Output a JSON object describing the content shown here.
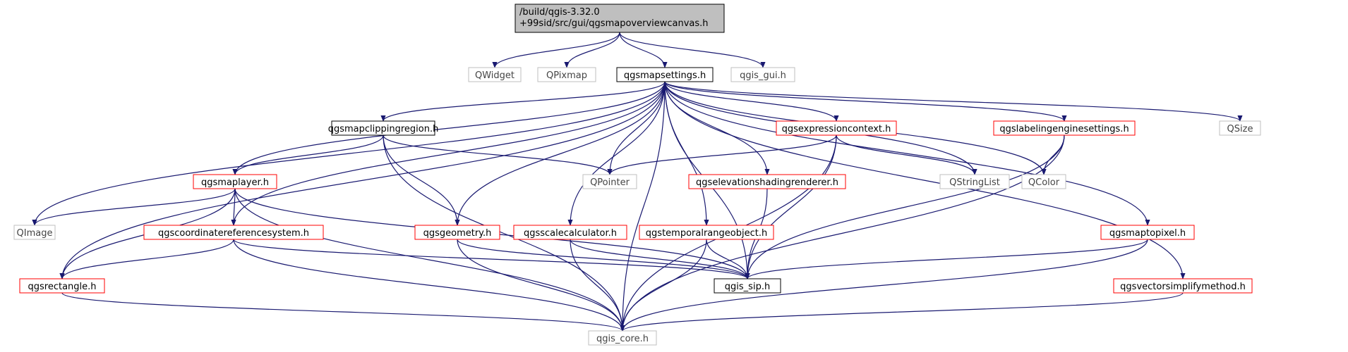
{
  "colors": {
    "edge": "#191970",
    "root_fill": "#bfbfbf",
    "root_border": "#000000",
    "documented_border": "#000000",
    "external_border": "#bfbfbf",
    "partial_border": "#ff0000",
    "text": "#000000",
    "external_text": "#444444"
  },
  "nodes": [
    {
      "id": "root",
      "lines": [
        "/build/qgis-3.32.0",
        "+99sid/src/gui/qgsmapoverviewcanvas.h"
      ],
      "style": "root"
    },
    {
      "id": "qwidget",
      "lines": [
        "QWidget"
      ],
      "style": "external"
    },
    {
      "id": "qpixmap",
      "lines": [
        "QPixmap"
      ],
      "style": "external"
    },
    {
      "id": "qgsmapsettings",
      "lines": [
        "qgsmapsettings.h"
      ],
      "style": "documented"
    },
    {
      "id": "qgisgui",
      "lines": [
        "qgis_gui.h"
      ],
      "style": "external"
    },
    {
      "id": "qgsmapclippingregion",
      "lines": [
        "qgsmapclippingregion.h"
      ],
      "style": "documented"
    },
    {
      "id": "qgsexpressioncontext",
      "lines": [
        "qgsexpressioncontext.h"
      ],
      "style": "partial"
    },
    {
      "id": "qgslabelingenginesettings",
      "lines": [
        "qgslabelingenginesettings.h"
      ],
      "style": "partial"
    },
    {
      "id": "qsize",
      "lines": [
        "QSize"
      ],
      "style": "external"
    },
    {
      "id": "qgsmaplayer",
      "lines": [
        "qgsmaplayer.h"
      ],
      "style": "partial"
    },
    {
      "id": "qpointer",
      "lines": [
        "QPointer"
      ],
      "style": "external"
    },
    {
      "id": "qgselevation",
      "lines": [
        "qgselevationshadingrenderer.h"
      ],
      "style": "partial"
    },
    {
      "id": "qstringlist",
      "lines": [
        "QStringList"
      ],
      "style": "external"
    },
    {
      "id": "qcolor",
      "lines": [
        "QColor"
      ],
      "style": "external"
    },
    {
      "id": "qimage",
      "lines": [
        "QImage"
      ],
      "style": "external"
    },
    {
      "id": "qgscrs",
      "lines": [
        "qgscoordinatereferencesystem.h"
      ],
      "style": "partial"
    },
    {
      "id": "qgsgeometry",
      "lines": [
        "qgsgeometry.h"
      ],
      "style": "partial"
    },
    {
      "id": "qgsscalecalc",
      "lines": [
        "qgsscalecalculator.h"
      ],
      "style": "partial"
    },
    {
      "id": "qgstemporal",
      "lines": [
        "qgstemporalrangeobject.h"
      ],
      "style": "partial"
    },
    {
      "id": "qgsmaptopixel",
      "lines": [
        "qgsmaptopixel.h"
      ],
      "style": "partial"
    },
    {
      "id": "qgsrectangle",
      "lines": [
        "qgsrectangle.h"
      ],
      "style": "partial"
    },
    {
      "id": "qgissip",
      "lines": [
        "qgis_sip.h"
      ],
      "style": "documented"
    },
    {
      "id": "qgsvectorsimplify",
      "lines": [
        "qgsvectorsimplifymethod.h"
      ],
      "style": "partial"
    },
    {
      "id": "qgiscore",
      "lines": [
        "qgis_core.h"
      ],
      "style": "external"
    }
  ],
  "edges": [
    [
      "root",
      "qwidget"
    ],
    [
      "root",
      "qpixmap"
    ],
    [
      "root",
      "qgsmapsettings"
    ],
    [
      "root",
      "qgisgui"
    ],
    [
      "qgsmapsettings",
      "qgsmapclippingregion"
    ],
    [
      "qgsmapsettings",
      "qgsexpressioncontext"
    ],
    [
      "qgsmapsettings",
      "qgslabelingenginesettings"
    ],
    [
      "qgsmapsettings",
      "qsize"
    ],
    [
      "qgsmapsettings",
      "qgsmaplayer"
    ],
    [
      "qgsmapsettings",
      "qpointer"
    ],
    [
      "qgsmapsettings",
      "qgselevation"
    ],
    [
      "qgsmapsettings",
      "qstringlist"
    ],
    [
      "qgsmapsettings",
      "qcolor"
    ],
    [
      "qgsmapsettings",
      "qimage"
    ],
    [
      "qgsmapsettings",
      "qgscrs"
    ],
    [
      "qgsmapsettings",
      "qgsgeometry"
    ],
    [
      "qgsmapsettings",
      "qgsscalecalc"
    ],
    [
      "qgsmapsettings",
      "qgstemporal"
    ],
    [
      "qgsmapsettings",
      "qgsmaptopixel"
    ],
    [
      "qgsmapsettings",
      "qgsrectangle"
    ],
    [
      "qgsmapsettings",
      "qgissip"
    ],
    [
      "qgsmapsettings",
      "qgsvectorsimplify"
    ],
    [
      "qgsmapsettings",
      "qgiscore"
    ],
    [
      "qgsmapclippingregion",
      "qgsmaplayer"
    ],
    [
      "qgsmapclippingregion",
      "qpointer"
    ],
    [
      "qgsmapclippingregion",
      "qgsgeometry"
    ],
    [
      "qgsmapclippingregion",
      "qgiscore"
    ],
    [
      "qgsexpressioncontext",
      "qpointer"
    ],
    [
      "qgsexpressioncontext",
      "qstringlist"
    ],
    [
      "qgsexpressioncontext",
      "qgissip"
    ],
    [
      "qgsexpressioncontext",
      "qgiscore"
    ],
    [
      "qgslabelingenginesettings",
      "qcolor"
    ],
    [
      "qgslabelingenginesettings",
      "qgissip"
    ],
    [
      "qgslabelingenginesettings",
      "qgiscore"
    ],
    [
      "qgsmaplayer",
      "qimage"
    ],
    [
      "qgsmaplayer",
      "qgscrs"
    ],
    [
      "qgsmaplayer",
      "qgsrectangle"
    ],
    [
      "qgsmaplayer",
      "qgissip"
    ],
    [
      "qgsmaplayer",
      "qgiscore"
    ],
    [
      "qgselevation",
      "qgissip"
    ],
    [
      "qgscrs",
      "qgsrectangle"
    ],
    [
      "qgscrs",
      "qgissip"
    ],
    [
      "qgscrs",
      "qgiscore"
    ],
    [
      "qgsgeometry",
      "qgissip"
    ],
    [
      "qgsgeometry",
      "qgiscore"
    ],
    [
      "qgsscalecalc",
      "qgissip"
    ],
    [
      "qgsscalecalc",
      "qgiscore"
    ],
    [
      "qgstemporal",
      "qgissip"
    ],
    [
      "qgstemporal",
      "qgiscore"
    ],
    [
      "qgsmaptopixel",
      "qgissip"
    ],
    [
      "qgsmaptopixel",
      "qgiscore"
    ],
    [
      "qgsrectangle",
      "qgiscore"
    ],
    [
      "qgsvectorsimplify",
      "qgiscore"
    ]
  ]
}
